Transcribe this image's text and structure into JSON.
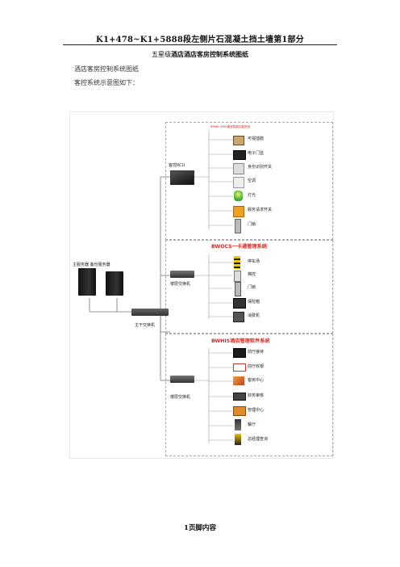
{
  "header": {
    "text": "K1+478~K1+5888段左侧片石混凝土挡土墙第1部分"
  },
  "title": {
    "prefix": "五星级",
    "bold": "酒店酒店客房控制系统图纸"
  },
  "lines": [
    "酒店客房控制系统图纸",
    "客控系统示意图如下："
  ],
  "diagram": {
    "servers_label": "主服务器  备份服务器",
    "main_switch": "主干交换机",
    "rcu_label": "客控RCU",
    "floor_switch_1": "楼层交换机",
    "floor_switch_2": "楼层交换机",
    "group1": {
      "title": "BMHK-3000客房智能控制系统",
      "items": [
        "可视插戳",
        "电子门显",
        "身份识别开关",
        "空调",
        "灯光",
        "服务请求开关",
        "门锁"
      ]
    },
    "group2": {
      "title": "BWOCS一卡通管理系统",
      "items": [
        "停车场",
        "梯控",
        "门锁",
        "保险箱",
        "消费机"
      ]
    },
    "group3": {
      "title": "BWHIS酒店管理软件系统",
      "items": [
        "前厅接待",
        "前厅收银",
        "客房中心",
        "财务审核",
        "管理中心",
        "餐厅",
        "总经理查询"
      ]
    }
  },
  "footer": {
    "text": "1页脚内容"
  }
}
